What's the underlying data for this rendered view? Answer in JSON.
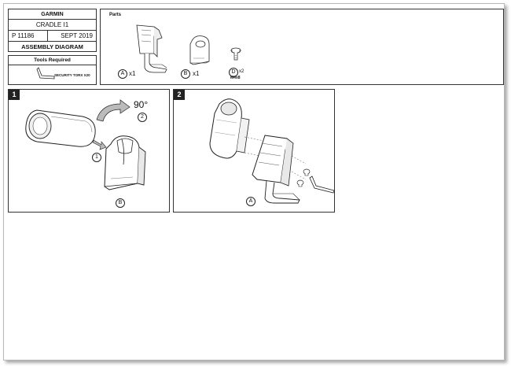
{
  "title_block": {
    "brand": "GARMIN",
    "product": "CRADLE I1",
    "part_number": "P 11186",
    "date": "SEPT 2019",
    "doc_type": "ASSEMBLY DIAGRAM"
  },
  "tools": {
    "heading": "Tools Required",
    "item": "SECURITY TORX X20"
  },
  "parts": {
    "heading": "Parts",
    "items": [
      {
        "letter": "A",
        "qty": "x1"
      },
      {
        "letter": "B",
        "qty": "x1"
      },
      {
        "letter": "D",
        "qty": "x2",
        "spec": "M4x8"
      }
    ]
  },
  "steps": [
    {
      "number": "1",
      "rotation": "90°",
      "callouts": [
        "2",
        "1",
        "B"
      ]
    },
    {
      "number": "2",
      "callouts": [
        "A"
      ]
    }
  ]
}
